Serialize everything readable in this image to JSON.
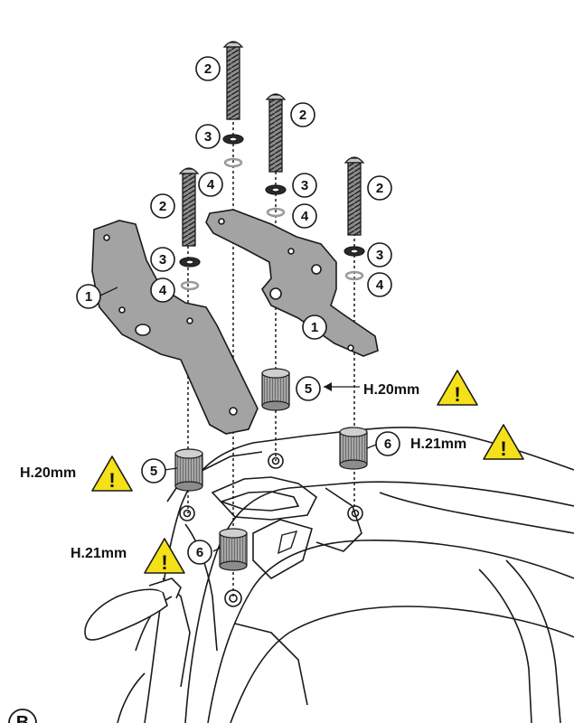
{
  "callouts": {
    "c1": "1",
    "c2": "2",
    "c3": "3",
    "c4": "4",
    "c5": "5",
    "c6": "6"
  },
  "dimensions": {
    "h20": "H.20mm",
    "h21": "H.21mm"
  },
  "warning": {
    "mark": "!",
    "color": "#f5e11a"
  },
  "section_letter": "B",
  "colors": {
    "part": "#a3a3a3",
    "spacer": "#9c9c9c",
    "outline": "#1a1a1a"
  }
}
